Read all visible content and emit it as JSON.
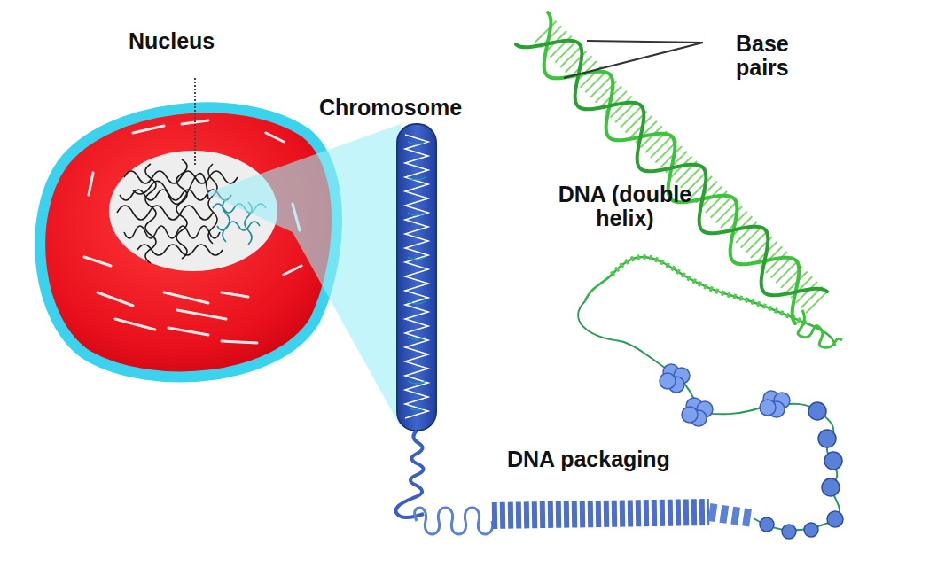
{
  "diagram": {
    "labels": [
      "Nucleus",
      "Chromosome",
      "Base pairs",
      "DNA (double helix)",
      "DNA packaging"
    ]
  }
}
